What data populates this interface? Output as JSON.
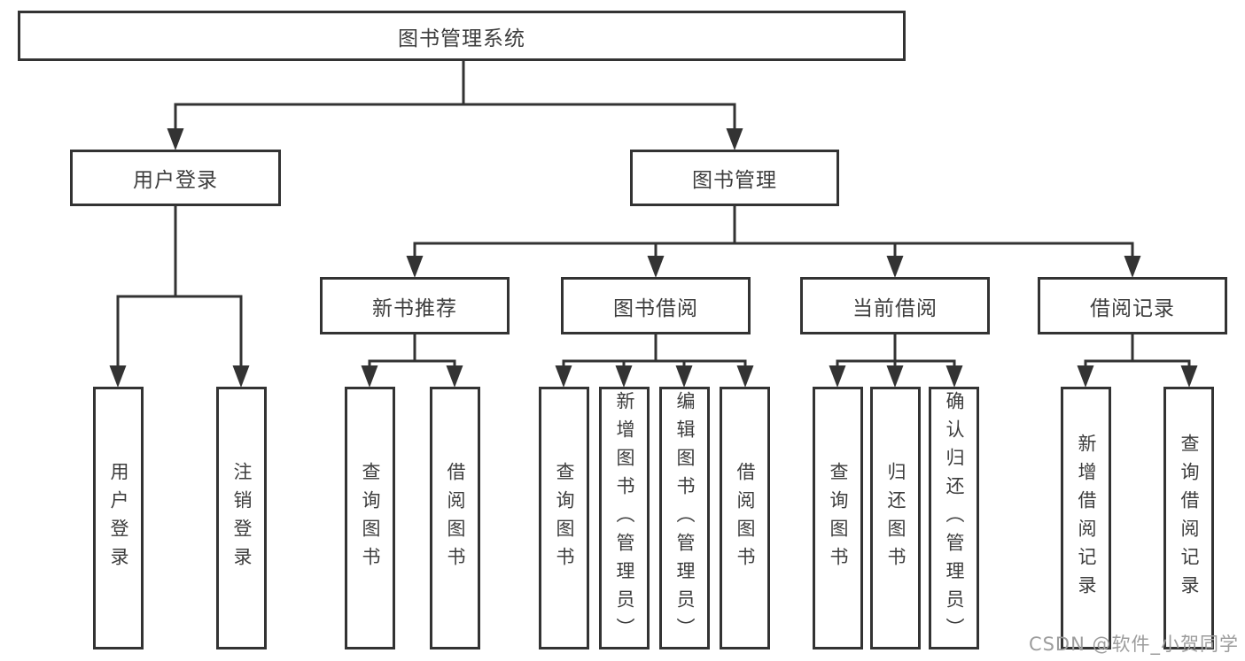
{
  "diagram": {
    "type": "hierarchy-tree",
    "title": "图书管理系统"
  },
  "colors": {
    "line": "#333333",
    "box_border": "#333333",
    "text": "#3d3d3d",
    "watermark_text": "#9c9c9c",
    "background": "#ffffff"
  },
  "tree": {
    "root": {
      "label": "图书管理系统"
    },
    "branches": [
      {
        "label": "用户登录",
        "children": [
          {
            "label": "用户登录"
          },
          {
            "label": "注销登录"
          }
        ]
      },
      {
        "label": "图书管理",
        "children": [
          {
            "label": "新书推荐",
            "children": [
              {
                "label": "查询图书"
              },
              {
                "label": "借阅图书"
              }
            ]
          },
          {
            "label": "图书借阅",
            "children": [
              {
                "label": "查询图书"
              },
              {
                "label": "新增图书（管理员）"
              },
              {
                "label": "编辑图书（管理员）"
              },
              {
                "label": "借阅图书"
              }
            ]
          },
          {
            "label": "当前借阅",
            "children": [
              {
                "label": "查询图书"
              },
              {
                "label": "归还图书"
              },
              {
                "label": "确认归还（管理员）"
              }
            ]
          },
          {
            "label": "借阅记录",
            "children": [
              {
                "label": "新增借阅记录"
              },
              {
                "label": "查询借阅记录"
              }
            ]
          }
        ]
      }
    ]
  },
  "watermark": {
    "text": "CSDN @软件_小贺同学"
  }
}
